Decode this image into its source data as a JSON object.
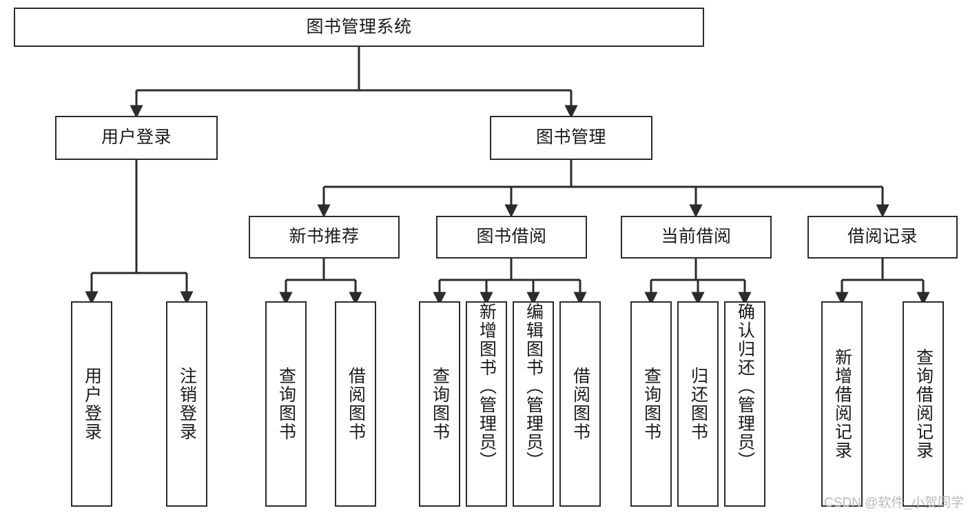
{
  "diagram": {
    "title": "图书管理系统",
    "type": "tree-hierarchy",
    "watermark": "CSDN @软件_小贺同学",
    "colors": {
      "border": "#2b2b2b",
      "background": "#ffffff",
      "text": "#1a1a1a",
      "connector": "#2b2b2b",
      "watermark": "#b9b9b9"
    },
    "nodes": {
      "root": {
        "label": "图书管理系统"
      },
      "level2": [
        {
          "id": "user-login",
          "label": "用户登录"
        },
        {
          "id": "book-management",
          "label": "图书管理"
        }
      ],
      "level3": [
        {
          "id": "new-book-recommend",
          "label": "新书推荐"
        },
        {
          "id": "book-borrow",
          "label": "图书借阅"
        },
        {
          "id": "current-borrow",
          "label": "当前借阅"
        },
        {
          "id": "borrow-record",
          "label": "借阅记录"
        }
      ],
      "leaves": [
        {
          "id": "leaf-user-login",
          "label": "用户登录",
          "parent": "user-login"
        },
        {
          "id": "leaf-logout-login",
          "label": "注销登录",
          "parent": "user-login"
        },
        {
          "id": "leaf-query-book-1",
          "label": "查询图书",
          "parent": "new-book-recommend"
        },
        {
          "id": "leaf-borrow-book-1",
          "label": "借阅图书",
          "parent": "new-book-recommend"
        },
        {
          "id": "leaf-query-book-2",
          "label": "查询图书",
          "parent": "book-borrow"
        },
        {
          "id": "leaf-add-book-admin",
          "label": "新增图书（管理员）",
          "parent": "book-borrow"
        },
        {
          "id": "leaf-edit-book-admin",
          "label": "编辑图书（管理员）",
          "parent": "book-borrow"
        },
        {
          "id": "leaf-borrow-book-2",
          "label": "借阅图书",
          "parent": "book-borrow"
        },
        {
          "id": "leaf-query-book-3",
          "label": "查询图书",
          "parent": "current-borrow"
        },
        {
          "id": "leaf-return-book",
          "label": "归还图书",
          "parent": "current-borrow"
        },
        {
          "id": "leaf-confirm-return-admin",
          "label": "确认归还（管理员）",
          "parent": "current-borrow"
        },
        {
          "id": "leaf-add-borrow-record",
          "label": "新增借阅记录",
          "parent": "borrow-record"
        },
        {
          "id": "leaf-query-borrow-record",
          "label": "查询借阅记录",
          "parent": "borrow-record"
        }
      ]
    }
  }
}
